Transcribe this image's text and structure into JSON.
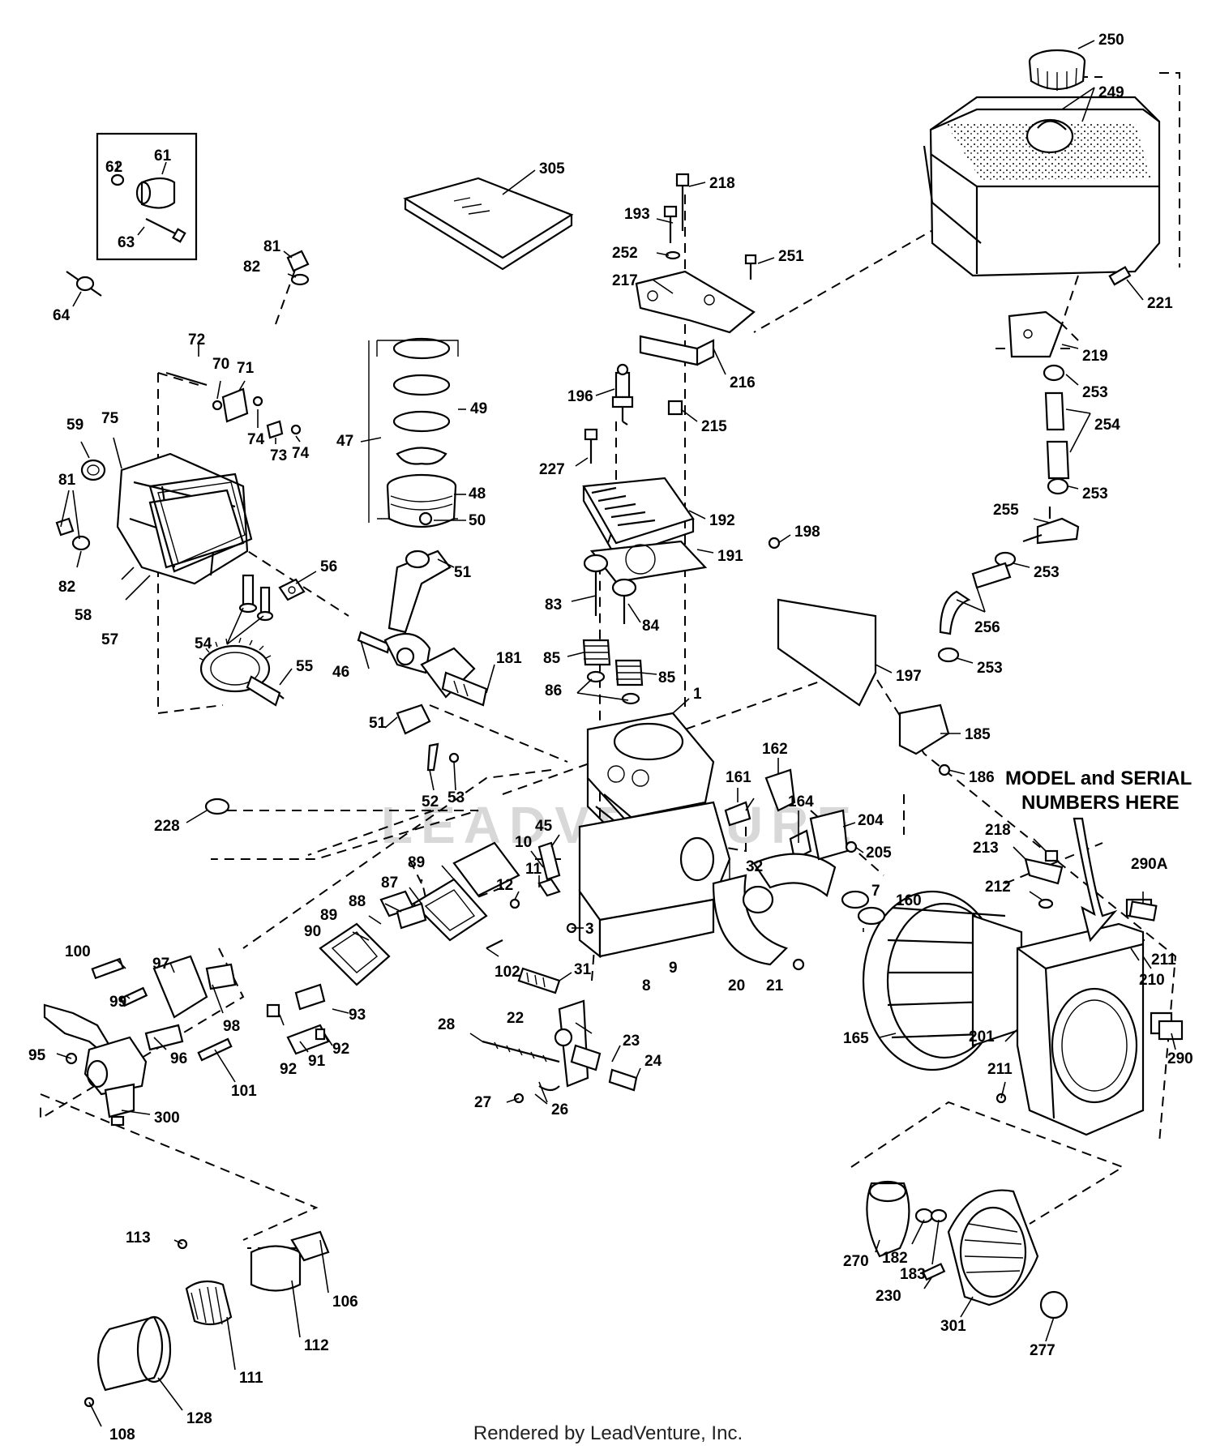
{
  "diagram": {
    "labels": [
      "250",
      "249",
      "305",
      "218",
      "193",
      "252",
      "251",
      "217",
      "216",
      "215",
      "221",
      "219",
      "253",
      "254",
      "253",
      "255",
      "253",
      "256",
      "253",
      "196",
      "227",
      "192",
      "191",
      "198",
      "197",
      "81",
      "82",
      "64",
      "62",
      "61",
      "63",
      "72",
      "70",
      "71",
      "74",
      "73",
      "74",
      "59",
      "75",
      "81",
      "82",
      "58",
      "57",
      "56",
      "47",
      "49",
      "48",
      "50",
      "51",
      "83",
      "84",
      "85",
      "85",
      "86",
      "1",
      "54",
      "55",
      "46",
      "181",
      "51",
      "52",
      "53",
      "228",
      "185",
      "186",
      "161",
      "162",
      "164",
      "204",
      "205",
      "45",
      "10",
      "11",
      "12",
      "89",
      "87",
      "88",
      "89",
      "90",
      "100",
      "97",
      "99",
      "98",
      "92",
      "91",
      "92",
      "93",
      "102",
      "31",
      "3",
      "8",
      "9",
      "20",
      "21",
      "32",
      "7",
      "160",
      "218",
      "213",
      "212",
      "290A",
      "211",
      "210",
      "201",
      "165",
      "290",
      "211",
      "95",
      "96",
      "101",
      "300",
      "28",
      "22",
      "23",
      "24",
      "27",
      "26",
      "270",
      "182",
      "183",
      "230",
      "301",
      "277",
      "113",
      "106",
      "112",
      "111",
      "128",
      "108"
    ],
    "callout_line1": "MODEL and SERIAL",
    "callout_line2": "NUMBERS HERE",
    "watermark": "LEADVENTURE"
  },
  "footer": {
    "text": "Rendered by LeadVenture, Inc."
  }
}
